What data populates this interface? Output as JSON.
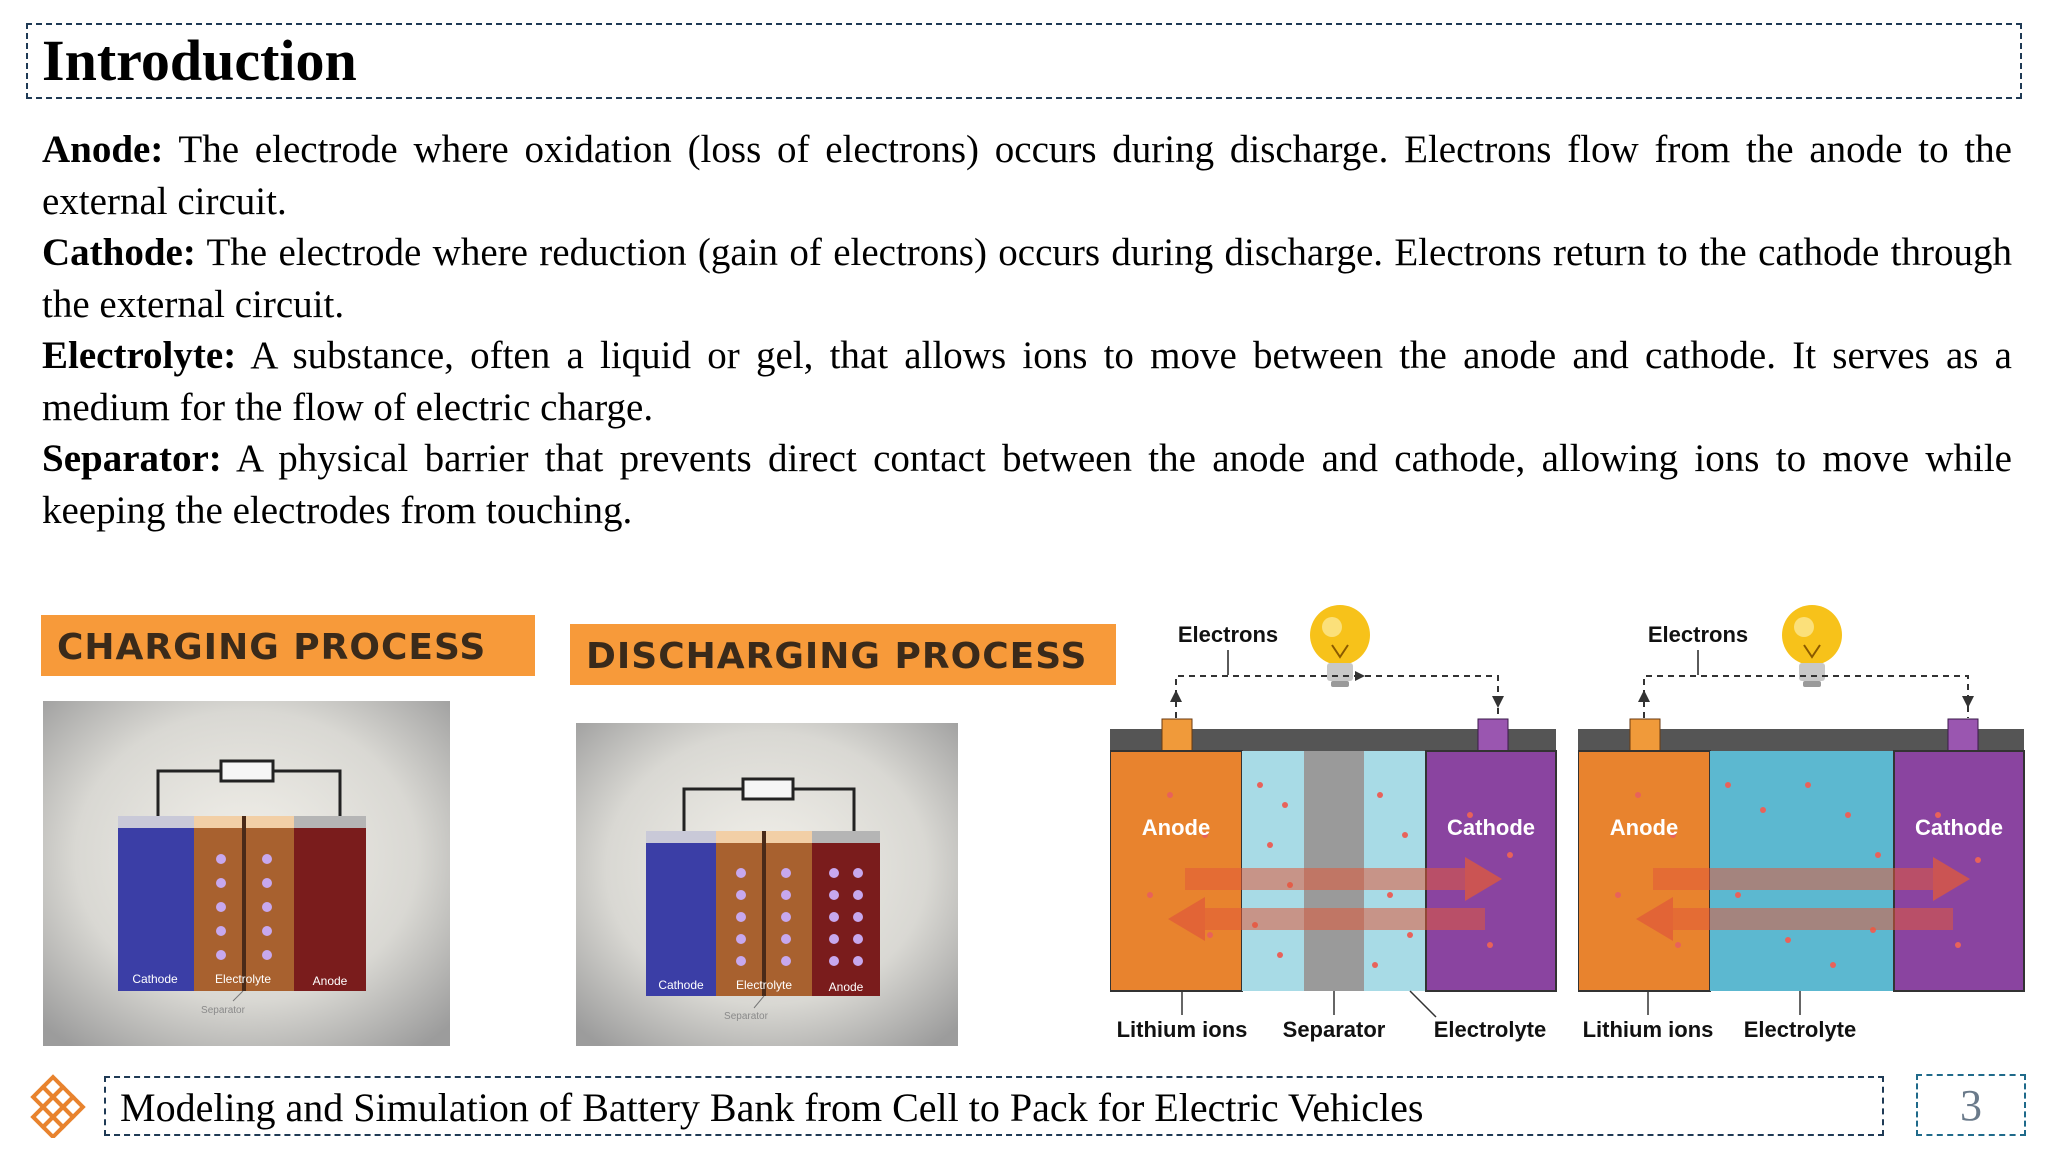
{
  "title": "Introduction",
  "definitions": [
    {
      "term": "Anode:",
      "text": "The electrode where oxidation (loss of electrons) occurs during discharge. Electrons flow from the anode to the external circuit."
    },
    {
      "term": "Cathode:",
      "text": "The electrode where reduction (gain of electrons) occurs during discharge. Electrons return to the cathode through the external circuit."
    },
    {
      "term": "Electrolyte:",
      "text": "A substance, often a liquid or gel, that allows ions to move between the anode and cathode. It serves as a medium for the flow of electric charge."
    },
    {
      "term": "Separator:",
      "text": "A physical barrier that prevents direct contact between the anode and cathode, allowing ions to move while keeping the electrodes from touching."
    }
  ],
  "banners": {
    "charging": "CHARGING PROCESS",
    "discharging": "DISCHARGING PROCESS"
  },
  "photo_labels": {
    "cathode": "Cathode",
    "electrolyte": "Electrolyte",
    "anode": "Anode",
    "separator": "Separator"
  },
  "diagram_left": {
    "electrons": "Electrons",
    "anode": "Anode",
    "cathode": "Cathode",
    "lithium_ions": "Lithium ions",
    "separator": "Separator",
    "electrolyte": "Electrolyte"
  },
  "diagram_right": {
    "electrons": "Electrons",
    "anode": "Anode",
    "cathode": "Cathode",
    "lithium_ions": "Lithium ions",
    "electrolyte": "Electrolyte"
  },
  "footer": {
    "text": "Modeling and Simulation of Battery Bank from Cell to Pack for Electric Vehicles",
    "page": "3"
  },
  "colors": {
    "banner": "#f79a3a",
    "anode": "#e8832e",
    "cathode": "#8a44a0",
    "electrolyte": "#a8dbe6",
    "separator": "#9a9a9a"
  }
}
